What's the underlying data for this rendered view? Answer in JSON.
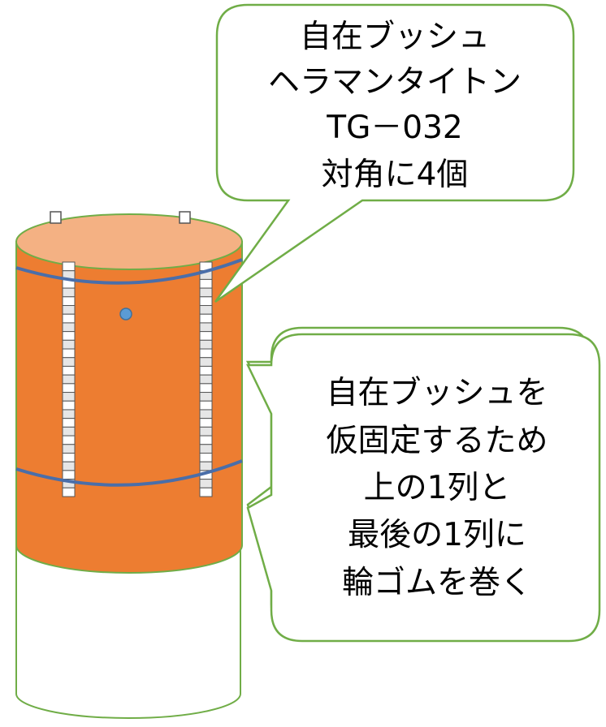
{
  "callout_top": {
    "lines": [
      "自在ブッシュ",
      "ヘラマンタイトン",
      "TG－032",
      "対角に4個"
    ]
  },
  "callout_right": {
    "lines": [
      "自在ブッシュを",
      "仮固定するため",
      "上の1列と",
      "最後の1列に",
      "輪ゴムを巻く"
    ]
  },
  "colors": {
    "cylinder_body": "#ed7d31",
    "cylinder_top": "#f4b183",
    "cylinder_outline": "#70ad47",
    "callout_border": "#70ad47",
    "rubber_band": "#4a6ea9",
    "bushing_fill": "#e6e6e6",
    "bushing_stroke": "#555555",
    "dot": "#5b9bd5"
  },
  "bushing_segments": 27
}
